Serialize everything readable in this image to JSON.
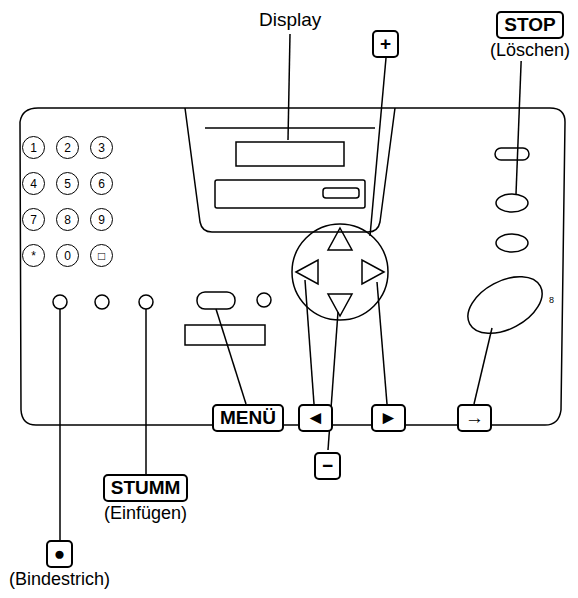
{
  "diagram": {
    "nodes": [
      {
        "text": [
          "+"
        ]
      },
      {
        "text": [
          "STOP",
          "(Löschen)"
        ]
      },
      {
        "text": [
          "1"
        ]
      },
      {
        "text": [
          "2"
        ]
      },
      {
        "text": [
          "3"
        ]
      },
      {
        "text": [
          "4"
        ]
      },
      {
        "text": [
          "5"
        ]
      },
      {
        "text": [
          "6"
        ]
      },
      {
        "text": [
          "7"
        ]
      },
      {
        "text": [
          "8"
        ]
      },
      {
        "text": [
          "9"
        ]
      },
      {
        "text": [
          "*"
        ]
      },
      {
        "text": [
          "0"
        ]
      },
      {
        "text": [
          "□"
        ]
      },
      {
        "text": [
          "MENÜ"
        ]
      },
      {
        "text": [
          "◄"
        ]
      },
      {
        "text": [
          "►"
        ]
      },
      {
        "text": [
          "→"
        ]
      },
      {
        "text": [
          "−"
        ]
      },
      {
        "text": [
          "STUMM",
          "(Einfügen)"
        ]
      },
      {
        "text": [
          "●",
          "(Bindestrich)"
        ]
      }
    ],
    "labels": [
      "Display",
      "8"
    ]
  }
}
